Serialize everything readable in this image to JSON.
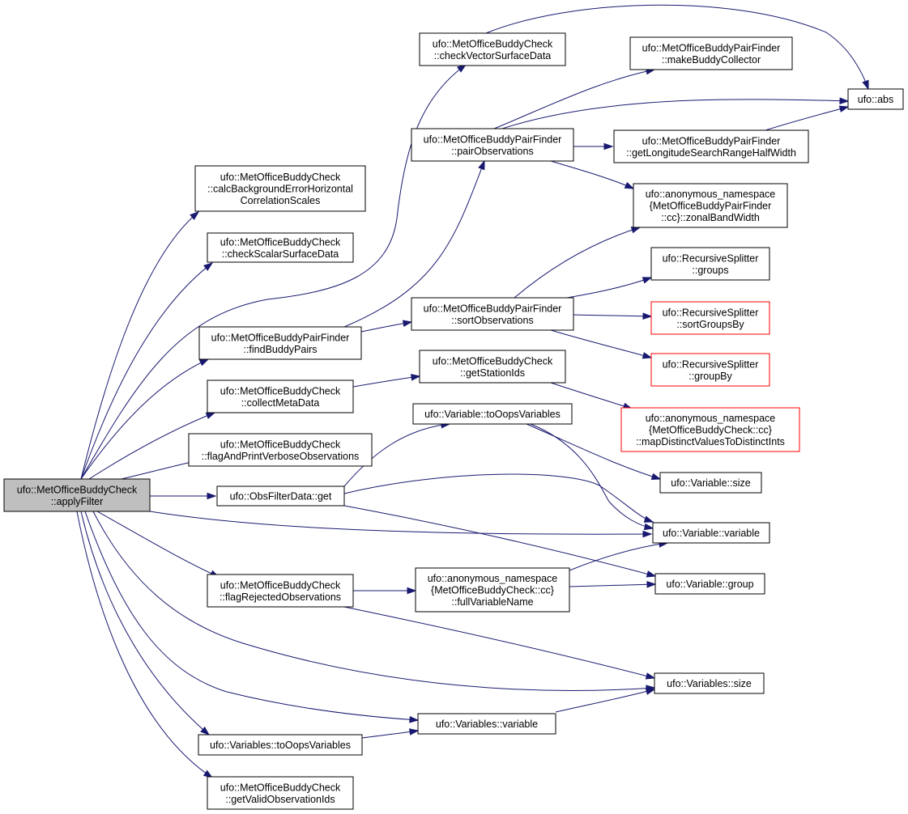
{
  "colors": {
    "edge": "#191970",
    "node_border": "#000000",
    "node_border_incomplete": "#ff0000",
    "root_fill": "#bfbfbf",
    "node_fill": "#ffffff"
  },
  "nodes": [
    {
      "id": "applyFilter",
      "lines": [
        "ufo::MetOfficeBuddyCheck",
        "::applyFilter"
      ],
      "root": true
    },
    {
      "id": "calcBG",
      "lines": [
        "ufo::MetOfficeBuddyCheck",
        "::calcBackgroundErrorHorizontal",
        "CorrelationScales"
      ]
    },
    {
      "id": "checkScalar",
      "lines": [
        "ufo::MetOfficeBuddyCheck",
        "::checkScalarSurfaceData"
      ]
    },
    {
      "id": "findBuddyPairs",
      "lines": [
        "ufo::MetOfficeBuddyPairFinder",
        "::findBuddyPairs"
      ]
    },
    {
      "id": "collectMeta",
      "lines": [
        "ufo::MetOfficeBuddyCheck",
        "::collectMetaData"
      ]
    },
    {
      "id": "flagAndPrint",
      "lines": [
        "ufo::MetOfficeBuddyCheck",
        "::flagAndPrintVerboseObservations"
      ]
    },
    {
      "id": "obsGet",
      "lines": [
        "ufo::ObsFilterData::get"
      ]
    },
    {
      "id": "flagRejected",
      "lines": [
        "ufo::MetOfficeBuddyCheck",
        "::flagRejectedObservations"
      ]
    },
    {
      "id": "varsToOops",
      "lines": [
        "ufo::Variables::toOopsVariables"
      ]
    },
    {
      "id": "getValidIds",
      "lines": [
        "ufo::MetOfficeBuddyCheck",
        "::getValidObservationIds"
      ]
    },
    {
      "id": "checkVector",
      "lines": [
        "ufo::MetOfficeBuddyCheck",
        "::checkVectorSurfaceData"
      ]
    },
    {
      "id": "pairObs",
      "lines": [
        "ufo::MetOfficeBuddyPairFinder",
        "::pairObservations"
      ]
    },
    {
      "id": "sortObs",
      "lines": [
        "ufo::MetOfficeBuddyPairFinder",
        "::sortObservations"
      ]
    },
    {
      "id": "getStationIds",
      "lines": [
        "ufo::MetOfficeBuddyCheck",
        "::getStationIds"
      ]
    },
    {
      "id": "varToOops",
      "lines": [
        "ufo::Variable::toOopsVariables"
      ]
    },
    {
      "id": "fullVarName",
      "lines": [
        "ufo::anonymous_namespace",
        "{MetOfficeBuddyCheck::cc}",
        "::fullVariableName"
      ]
    },
    {
      "id": "varsVariable",
      "lines": [
        "ufo::Variables::variable"
      ]
    },
    {
      "id": "makeBuddy",
      "lines": [
        "ufo::MetOfficeBuddyPairFinder",
        "::makeBuddyCollector"
      ]
    },
    {
      "id": "getLongitude",
      "lines": [
        "ufo::MetOfficeBuddyPairFinder",
        "::getLongitudeSearchRangeHalfWidth"
      ]
    },
    {
      "id": "zonalBand",
      "lines": [
        "ufo::anonymous_namespace",
        "{MetOfficeBuddyPairFinder",
        "::cc}::zonalBandWidth"
      ]
    },
    {
      "id": "rsGroups",
      "lines": [
        "ufo::RecursiveSplitter",
        "::groups"
      ]
    },
    {
      "id": "rsSortGroupsBy",
      "lines": [
        "ufo::RecursiveSplitter",
        "::sortGroupsBy"
      ],
      "incomplete": true
    },
    {
      "id": "rsGroupBy",
      "lines": [
        "ufo::RecursiveSplitter",
        "::groupBy"
      ],
      "incomplete": true
    },
    {
      "id": "mapDistinct",
      "lines": [
        "ufo::anonymous_namespace",
        "{MetOfficeBuddyCheck::cc}",
        "::mapDistinctValuesToDistinctInts"
      ],
      "incomplete": true
    },
    {
      "id": "varSize",
      "lines": [
        "ufo::Variable::size"
      ]
    },
    {
      "id": "varVariable",
      "lines": [
        "ufo::Variable::variable"
      ]
    },
    {
      "id": "varGroup",
      "lines": [
        "ufo::Variable::group"
      ]
    },
    {
      "id": "varsSize",
      "lines": [
        "ufo::Variables::size"
      ]
    },
    {
      "id": "abs",
      "lines": [
        "ufo::abs"
      ]
    }
  ],
  "edges": [
    {
      "from": "applyFilter",
      "to": "calcBG"
    },
    {
      "from": "applyFilter",
      "to": "checkScalar"
    },
    {
      "from": "applyFilter",
      "to": "checkVector"
    },
    {
      "from": "applyFilter",
      "to": "findBuddyPairs"
    },
    {
      "from": "applyFilter",
      "to": "collectMeta"
    },
    {
      "from": "applyFilter",
      "to": "flagAndPrint"
    },
    {
      "from": "applyFilter",
      "to": "obsGet"
    },
    {
      "from": "applyFilter",
      "to": "varVariable"
    },
    {
      "from": "applyFilter",
      "to": "flagRejected"
    },
    {
      "from": "applyFilter",
      "to": "varsSize"
    },
    {
      "from": "applyFilter",
      "to": "varsVariable"
    },
    {
      "from": "applyFilter",
      "to": "varsToOops"
    },
    {
      "from": "applyFilter",
      "to": "getValidIds"
    },
    {
      "from": "checkVector",
      "to": "abs"
    },
    {
      "from": "findBuddyPairs",
      "to": "pairObs"
    },
    {
      "from": "findBuddyPairs",
      "to": "sortObs"
    },
    {
      "from": "pairObs",
      "to": "makeBuddy"
    },
    {
      "from": "pairObs",
      "to": "abs"
    },
    {
      "from": "pairObs",
      "to": "getLongitude"
    },
    {
      "from": "pairObs",
      "to": "zonalBand"
    },
    {
      "from": "getLongitude",
      "to": "abs"
    },
    {
      "from": "sortObs",
      "to": "zonalBand"
    },
    {
      "from": "sortObs",
      "to": "rsGroups"
    },
    {
      "from": "sortObs",
      "to": "rsSortGroupsBy"
    },
    {
      "from": "sortObs",
      "to": "rsGroupBy"
    },
    {
      "from": "collectMeta",
      "to": "getStationIds"
    },
    {
      "from": "getStationIds",
      "to": "mapDistinct"
    },
    {
      "from": "obsGet",
      "to": "varToOops"
    },
    {
      "from": "obsGet",
      "to": "varVariable"
    },
    {
      "from": "obsGet",
      "to": "varGroup"
    },
    {
      "from": "varToOops",
      "to": "varSize"
    },
    {
      "from": "varToOops",
      "to": "varVariable"
    },
    {
      "from": "flagRejected",
      "to": "fullVarName"
    },
    {
      "from": "flagRejected",
      "to": "varsSize"
    },
    {
      "from": "fullVarName",
      "to": "varVariable"
    },
    {
      "from": "fullVarName",
      "to": "varGroup"
    },
    {
      "from": "varsToOops",
      "to": "varsVariable"
    },
    {
      "from": "varsVariable",
      "to": "varsSize"
    }
  ]
}
